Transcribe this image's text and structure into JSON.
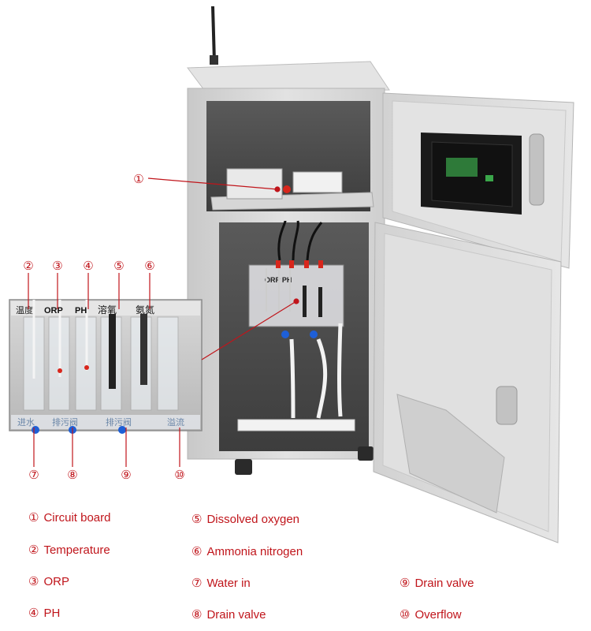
{
  "callout_markers": [
    "①",
    "②",
    "③",
    "④",
    "⑤",
    "⑥",
    "⑦",
    "⑧",
    "⑨",
    "⑩"
  ],
  "inset": {
    "top_labels": [
      "温度",
      "ORP",
      "PH",
      "溶氧",
      "氨氮"
    ],
    "bottom_labels": [
      "进水",
      "排污阀",
      "排污阀",
      "溢流"
    ]
  },
  "panel_label": "ORP PH",
  "legend": [
    {
      "num": "①",
      "text": "Circuit board"
    },
    {
      "num": "②",
      "text": "Temperature"
    },
    {
      "num": "③",
      "text": "ORP"
    },
    {
      "num": "④",
      "text": "PH"
    },
    {
      "num": "⑤",
      "text": "Dissolved oxygen"
    },
    {
      "num": "⑥",
      "text": "Ammonia nitrogen"
    },
    {
      "num": "⑦",
      "text": "Water in"
    },
    {
      "num": "⑧",
      "text": "Drain valve"
    },
    {
      "num": "⑨",
      "text": "Drain valve"
    },
    {
      "num": "⑩",
      "text": "Overflow"
    }
  ],
  "colors": {
    "cabinet": "#dcdcdc",
    "cabinet_dark": "#b9b9b9",
    "callout": "#c0151b",
    "accent_red": "#d8261c",
    "blue_valve": "#1e5fd6"
  }
}
